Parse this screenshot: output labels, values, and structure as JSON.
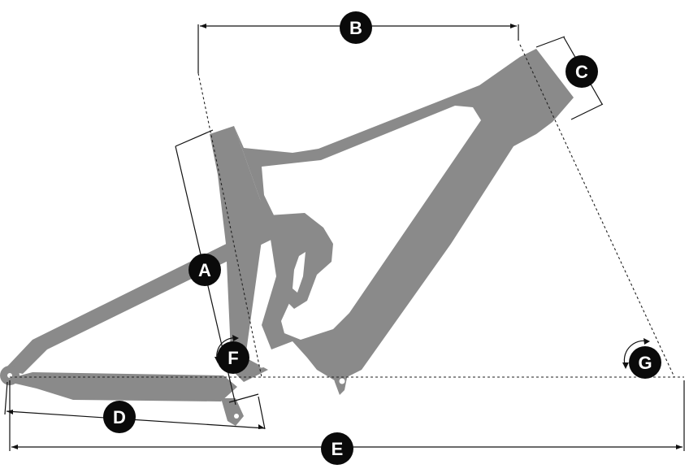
{
  "diagram": {
    "measurements": [
      {
        "id": "A",
        "label": "A"
      },
      {
        "id": "B",
        "label": "B"
      },
      {
        "id": "C",
        "label": "C"
      },
      {
        "id": "D",
        "label": "D"
      },
      {
        "id": "E",
        "label": "E"
      },
      {
        "id": "F",
        "label": "F"
      },
      {
        "id": "G",
        "label": "G"
      }
    ],
    "colors": {
      "frame": "#8a8a8a",
      "badge": "#0a0a0a",
      "badge_text": "#ffffff",
      "lines": "#111111"
    }
  }
}
